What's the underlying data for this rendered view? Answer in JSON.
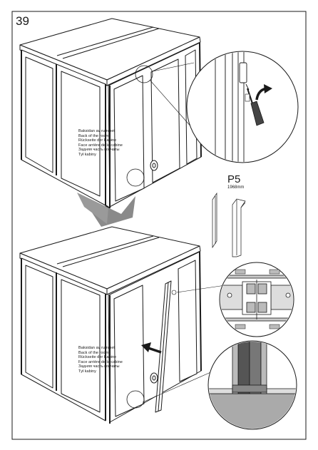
{
  "step_number": "39",
  "top_label": {
    "lines": [
      "Baksidan av rummet",
      "Back of the room",
      "Rückseite der Kabine",
      "Face arrière de la cabine",
      "Задняя часть кончаты",
      "Tył kabiny"
    ]
  },
  "bottom_label": {
    "lines": [
      "Baksidan av rummet",
      "Back of the room",
      "Rückseite der Kabine",
      "Face arrière de la cabine",
      "Задняя часть кончаты",
      "Tył kabiny"
    ]
  },
  "profile": {
    "name": "P5",
    "length": "1968mm"
  },
  "icons": {
    "screwdriver": "screwdriver-icon",
    "rotate_arrow": "rotate-arrow-icon",
    "turn_over_arrow": "turn-over-arrow-icon",
    "insert_arrow": "insert-arrow-icon"
  },
  "colors": {
    "line": "#1a1a1a",
    "fill": "#ffffff",
    "grey_arrow": "#888888",
    "dark_profile": "#555555"
  }
}
